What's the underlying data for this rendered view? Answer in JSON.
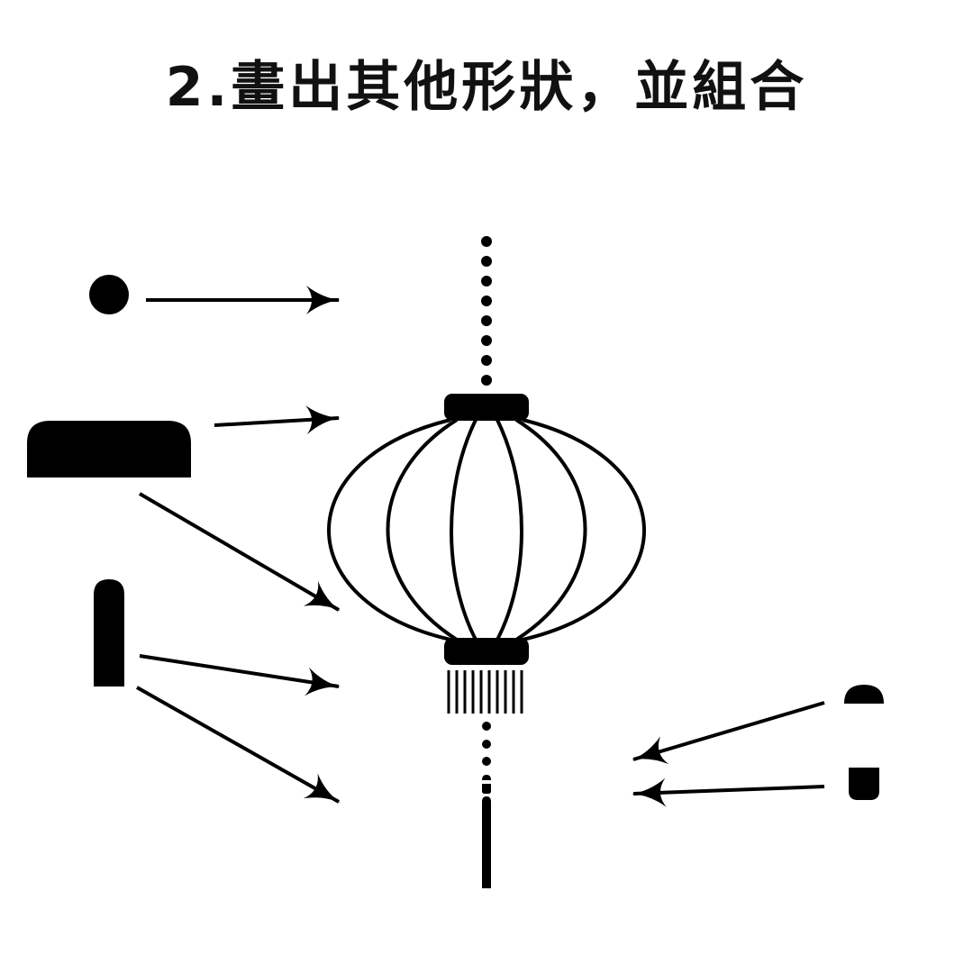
{
  "title": "2.畫出其他形狀，並組合",
  "colors": {
    "ink": "#000000",
    "background": "#ffffff"
  },
  "shapes": [
    "dot-shape",
    "cap-shape",
    "pill-bar-shape",
    "half-dome-shape",
    "rounded-square-shape"
  ],
  "assembled": "lantern-icon"
}
